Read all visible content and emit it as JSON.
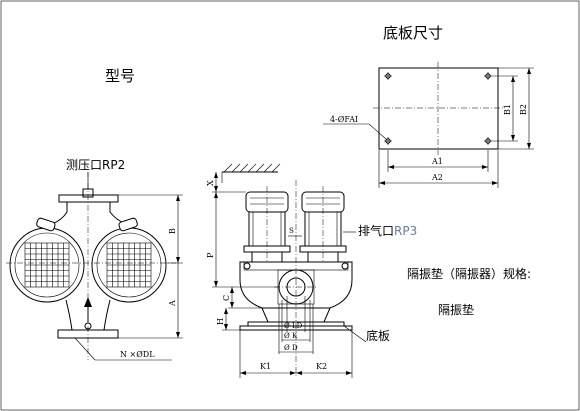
{
  "titles": {
    "model": "型号",
    "base_size": "底板尺寸"
  },
  "labels": {
    "pressure_port": "测压口RP2",
    "bolt_holes": "4-ØFAI",
    "vent_prefix": "排气口",
    "vent_code": "RP3",
    "base_plate": "底板",
    "isolator_spec": "隔振垫（隔振器）规格:",
    "isolator_pad": "隔振垫",
    "flange_holes": "N ×ØDL"
  },
  "dims": {
    "A1": "A1",
    "A2": "A2",
    "B1": "B1",
    "B2": "B2",
    "A": "A",
    "B": "B",
    "P": "P",
    "C": "C",
    "H": "H",
    "X": "X",
    "K1": "K1",
    "K2": "K2",
    "LD": "Ø LD",
    "K": "Ø K",
    "D": "Ø D",
    "S": "S"
  }
}
